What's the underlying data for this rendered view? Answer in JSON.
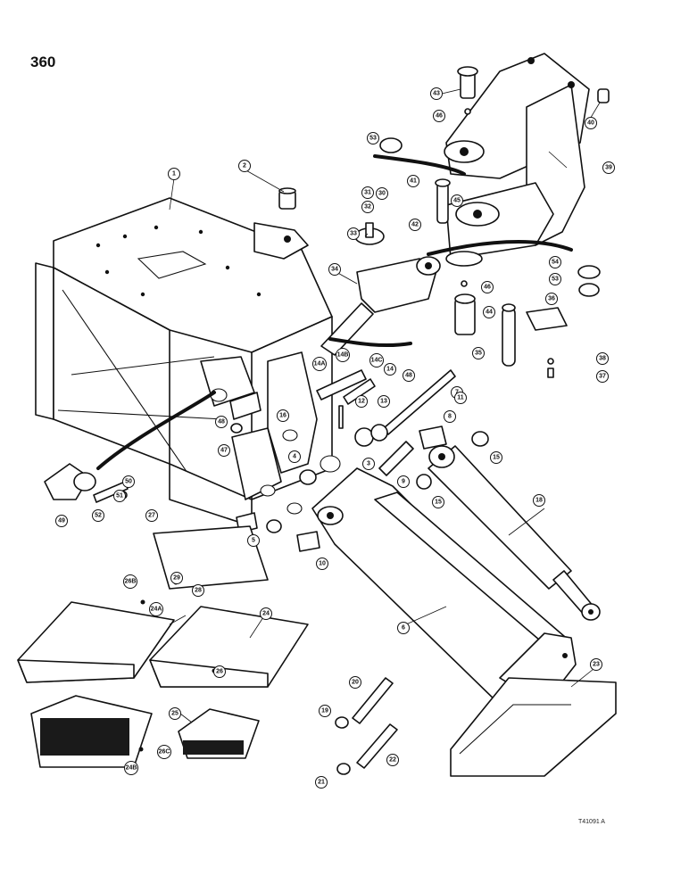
{
  "page_number": "360",
  "drawing_code": "T41091 A",
  "callouts": [
    {
      "id": "c1",
      "label": "1"
    },
    {
      "id": "c2",
      "label": "2"
    },
    {
      "id": "c3",
      "label": "3"
    },
    {
      "id": "c4",
      "label": "4"
    },
    {
      "id": "c5",
      "label": "5"
    },
    {
      "id": "c6",
      "label": "6"
    },
    {
      "id": "c7",
      "label": "7"
    },
    {
      "id": "c8",
      "label": "8"
    },
    {
      "id": "c9",
      "label": "9"
    },
    {
      "id": "c10",
      "label": "10"
    },
    {
      "id": "c11",
      "label": "11"
    },
    {
      "id": "c12",
      "label": "12"
    },
    {
      "id": "c13",
      "label": "13"
    },
    {
      "id": "c14",
      "label": "14"
    },
    {
      "id": "c14a",
      "label": "14A"
    },
    {
      "id": "c14b",
      "label": "14B"
    },
    {
      "id": "c14c",
      "label": "14C"
    },
    {
      "id": "c15a",
      "label": "15"
    },
    {
      "id": "c15b",
      "label": "15"
    },
    {
      "id": "c16",
      "label": "16"
    },
    {
      "id": "c18",
      "label": "18"
    },
    {
      "id": "c19",
      "label": "19"
    },
    {
      "id": "c20",
      "label": "20"
    },
    {
      "id": "c21",
      "label": "21"
    },
    {
      "id": "c22",
      "label": "22"
    },
    {
      "id": "c23",
      "label": "23"
    },
    {
      "id": "c24",
      "label": "24"
    },
    {
      "id": "c24a",
      "label": "24A"
    },
    {
      "id": "c24b",
      "label": "24B"
    },
    {
      "id": "c25",
      "label": "25"
    },
    {
      "id": "c26",
      "label": "26"
    },
    {
      "id": "c26b",
      "label": "26B"
    },
    {
      "id": "c26c",
      "label": "26C"
    },
    {
      "id": "c27",
      "label": "27"
    },
    {
      "id": "c28",
      "label": "28"
    },
    {
      "id": "c29",
      "label": "29"
    },
    {
      "id": "c30",
      "label": "30"
    },
    {
      "id": "c31",
      "label": "31"
    },
    {
      "id": "c32",
      "label": "32"
    },
    {
      "id": "c33",
      "label": "33"
    },
    {
      "id": "c34",
      "label": "34"
    },
    {
      "id": "c35",
      "label": "35"
    },
    {
      "id": "c36",
      "label": "36"
    },
    {
      "id": "c37",
      "label": "37"
    },
    {
      "id": "c38",
      "label": "38"
    },
    {
      "id": "c39",
      "label": "39"
    },
    {
      "id": "c40",
      "label": "40"
    },
    {
      "id": "c41",
      "label": "41"
    },
    {
      "id": "c42",
      "label": "42"
    },
    {
      "id": "c43",
      "label": "43"
    },
    {
      "id": "c44",
      "label": "44"
    },
    {
      "id": "c45",
      "label": "45"
    },
    {
      "id": "c46a",
      "label": "46"
    },
    {
      "id": "c46b",
      "label": "46"
    },
    {
      "id": "c47",
      "label": "47"
    },
    {
      "id": "c48a",
      "label": "48"
    },
    {
      "id": "c48b",
      "label": "48"
    },
    {
      "id": "c49",
      "label": "49"
    },
    {
      "id": "c50",
      "label": "50"
    },
    {
      "id": "c51",
      "label": "51"
    },
    {
      "id": "c52",
      "label": "52"
    },
    {
      "id": "c53a",
      "label": "53"
    },
    {
      "id": "c53b",
      "label": "53"
    },
    {
      "id": "c54",
      "label": "54"
    }
  ]
}
